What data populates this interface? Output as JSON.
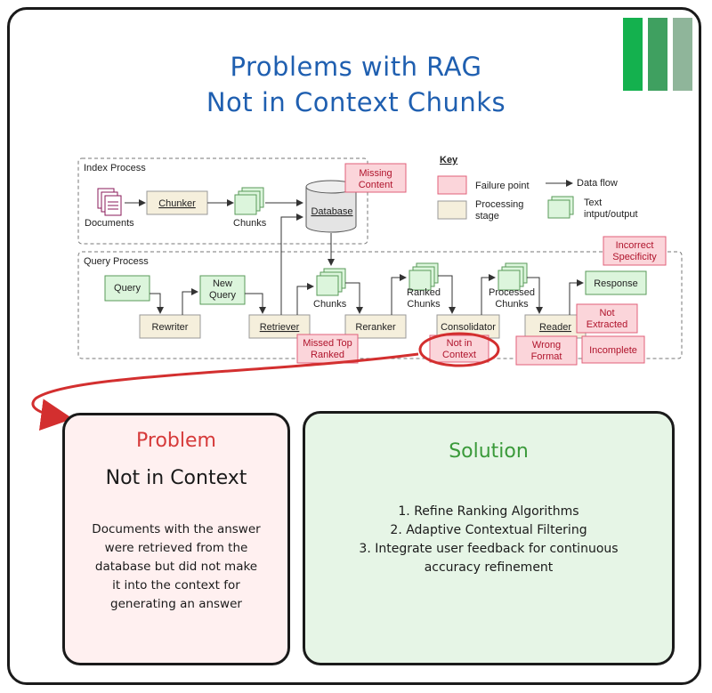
{
  "header": {
    "title_line1": "Problems with RAG",
    "title_line2": "Not in Context Chunks"
  },
  "colors": {
    "title": "#1f5fb0",
    "problem_heading": "#d63a3a",
    "solution_heading": "#3a9a3a",
    "problem_bg": "#fff0f0",
    "solution_bg": "#e6f5e6",
    "failure_fill": "#fbd5da",
    "failure_stroke": "#e0607a",
    "stage_fill": "#f5efdc",
    "io_fill": "#dcf5dc",
    "highlight": "#d32f2f",
    "logo": [
      "#14b14e",
      "#3fa060",
      "#8fb59a"
    ]
  },
  "diagram": {
    "index_process_label": "Index Process",
    "query_process_label": "Query Process",
    "documents": "Documents",
    "chunker": "Chunker",
    "chunks_index": "Chunks",
    "database": "Database",
    "missing_content": [
      "Missing",
      "Content"
    ],
    "key": {
      "title": "Key",
      "failure_point": "Failure point",
      "data_flow": "Data flow",
      "processing_stage": [
        "Processing",
        "stage"
      ],
      "text_io": [
        "Text",
        "intput/output"
      ]
    },
    "query": "Query",
    "rewriter": "Rewriter",
    "new_query": [
      "New",
      "Query"
    ],
    "retriever": "Retriever",
    "chunks_query": "Chunks",
    "reranker": "Reranker",
    "ranked_chunks": [
      "Ranked",
      "Chunks"
    ],
    "consolidator": "Consolidator",
    "processed_chunks": [
      "Processed",
      "Chunks"
    ],
    "reader": "Reader",
    "response": "Response",
    "incorrect_specificity": [
      "Incorrect",
      "Specificity"
    ],
    "not_extracted": [
      "Not",
      "Extracted"
    ],
    "missed_top_ranked": [
      "Missed Top",
      "Ranked"
    ],
    "not_in_context": [
      "Not in",
      "Context"
    ],
    "wrong_format": [
      "Wrong",
      "Format"
    ],
    "incomplete": "Incomplete"
  },
  "problem": {
    "heading": "Problem",
    "subheading": "Not in Context",
    "lines": [
      "Documents with the answer",
      "were retrieved from the",
      "database but did not make",
      "it into the context for",
      "generating an answer"
    ]
  },
  "solution": {
    "heading": "Solution",
    "lines": [
      "1. Refine Ranking Algorithms",
      "2. Adaptive Contextual Filtering",
      "3. Integrate user feedback for continuous",
      "accuracy refinement"
    ]
  }
}
